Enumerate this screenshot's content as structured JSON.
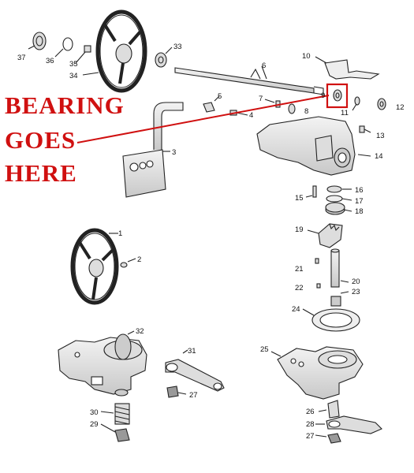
{
  "callout": {
    "lines": [
      "BEARING",
      "GOES",
      "HERE"
    ],
    "color": "#d01010"
  },
  "part_labels": [
    "1",
    "2",
    "3",
    "4",
    "5",
    "6",
    "7",
    "8",
    "9",
    "10",
    "11",
    "12",
    "13",
    "14",
    "15",
    "16",
    "17",
    "18",
    "19",
    "20",
    "21",
    "22",
    "23",
    "24",
    "25",
    "26",
    "27",
    "27",
    "28",
    "29",
    "30",
    "31",
    "32",
    "33",
    "34",
    "35",
    "36",
    "37"
  ],
  "colors": {
    "line": "#222222",
    "fill": "#e9e9e9",
    "accent": "#d01010"
  }
}
